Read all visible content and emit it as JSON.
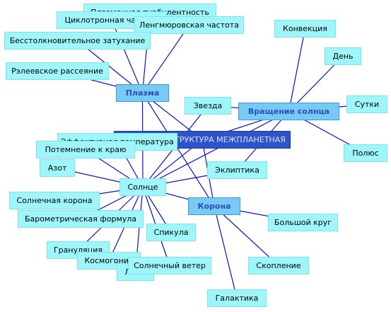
{
  "diagram": {
    "center": {
      "id": "center",
      "label": "СЕКТОРНАЯ СТРУКТУРА МЕЖПЛАНЕТНАЯ"
    },
    "nodes": [
      {
        "id": "plazma",
        "label": "Плазма",
        "kind": "hub"
      },
      {
        "id": "vrashchenie",
        "label": "Вращение солнца",
        "kind": "hub"
      },
      {
        "id": "korona",
        "label": "Корона",
        "kind": "hub"
      },
      {
        "id": "solnce",
        "label": "Солнце",
        "kind": "leaf"
      },
      {
        "id": "turbulent",
        "label": "Плазменная турбулентность",
        "kind": "leaf"
      },
      {
        "id": "ciklotron",
        "label": "Циклотронная частота",
        "kind": "leaf"
      },
      {
        "id": "lengmuir",
        "label": "Ленгмюровская частота",
        "kind": "leaf"
      },
      {
        "id": "besstolk",
        "label": "Бесстолкновительное затухание",
        "kind": "leaf"
      },
      {
        "id": "rayleigh",
        "label": "Рэлеевское рассеяние",
        "kind": "leaf"
      },
      {
        "id": "zvezda",
        "label": "Звезда",
        "kind": "leaf"
      },
      {
        "id": "konvekciya",
        "label": "Конвекция",
        "kind": "leaf"
      },
      {
        "id": "den",
        "label": "День",
        "kind": "leaf"
      },
      {
        "id": "sutki",
        "label": "Сутки",
        "kind": "leaf"
      },
      {
        "id": "polyus",
        "label": "Полюс",
        "kind": "leaf"
      },
      {
        "id": "effektiv",
        "label": "Эффективная температура",
        "kind": "leaf"
      },
      {
        "id": "potemnenie",
        "label": "Потемнение к краю",
        "kind": "leaf"
      },
      {
        "id": "azot",
        "label": "Азот",
        "kind": "leaf"
      },
      {
        "id": "ekliptika",
        "label": "Эклиптика",
        "kind": "leaf"
      },
      {
        "id": "sol_korona",
        "label": "Солнечная корона",
        "kind": "leaf"
      },
      {
        "id": "barometr",
        "label": "Барометрическая формула",
        "kind": "leaf"
      },
      {
        "id": "spikula",
        "label": "Спикула",
        "kind": "leaf"
      },
      {
        "id": "bolshoi_krug",
        "label": "Большой круг",
        "kind": "leaf"
      },
      {
        "id": "granulyaciya",
        "label": "Грануляция",
        "kind": "leaf"
      },
      {
        "id": "kosmogoniya",
        "label": "Космогония",
        "kind": "leaf"
      },
      {
        "id": "sol_veter",
        "label": "Солнечный ветер",
        "kind": "leaf"
      },
      {
        "id": "limb",
        "label": "Лимб",
        "kind": "leaf"
      },
      {
        "id": "skoplenie",
        "label": "Скопление",
        "kind": "leaf"
      },
      {
        "id": "galaktika",
        "label": "Галактика",
        "kind": "leaf"
      }
    ],
    "edges": [
      [
        "center",
        "plazma"
      ],
      [
        "center",
        "vrashchenie"
      ],
      [
        "center",
        "korona"
      ],
      [
        "center",
        "solnce"
      ],
      [
        "plazma",
        "turbulent"
      ],
      [
        "plazma",
        "ciklotron"
      ],
      [
        "plazma",
        "lengmuir"
      ],
      [
        "plazma",
        "besstolk"
      ],
      [
        "plazma",
        "rayleigh"
      ],
      [
        "plazma",
        "solnce"
      ],
      [
        "plazma",
        "korona"
      ],
      [
        "vrashchenie",
        "konvekciya"
      ],
      [
        "vrashchenie",
        "den"
      ],
      [
        "vrashchenie",
        "sutki"
      ],
      [
        "vrashchenie",
        "polyus"
      ],
      [
        "vrashchenie",
        "zvezda"
      ],
      [
        "vrashchenie",
        "solnce"
      ],
      [
        "vrashchenie",
        "ekliptika"
      ],
      [
        "solnce",
        "effektiv"
      ],
      [
        "solnce",
        "potemnenie"
      ],
      [
        "solnce",
        "azot"
      ],
      [
        "solnce",
        "ekliptika"
      ],
      [
        "solnce",
        "sol_korona"
      ],
      [
        "solnce",
        "barometr"
      ],
      [
        "solnce",
        "spikula"
      ],
      [
        "solnce",
        "granulyaciya"
      ],
      [
        "solnce",
        "kosmogoniya"
      ],
      [
        "solnce",
        "sol_veter"
      ],
      [
        "solnce",
        "limb"
      ],
      [
        "solnce",
        "korona"
      ],
      [
        "solnce",
        "zvezda"
      ],
      [
        "korona",
        "bolshoi_krug"
      ],
      [
        "korona",
        "skoplenie"
      ],
      [
        "korona",
        "galaktika"
      ]
    ],
    "colors": {
      "edge": "#1010cc",
      "leaf_fill": "#9ef6fb",
      "hub_fill": "#78c9f3",
      "hub_text": "#2b4fb8",
      "center_fill": "#2f53c9",
      "center_text": "#cfe6ff"
    }
  }
}
